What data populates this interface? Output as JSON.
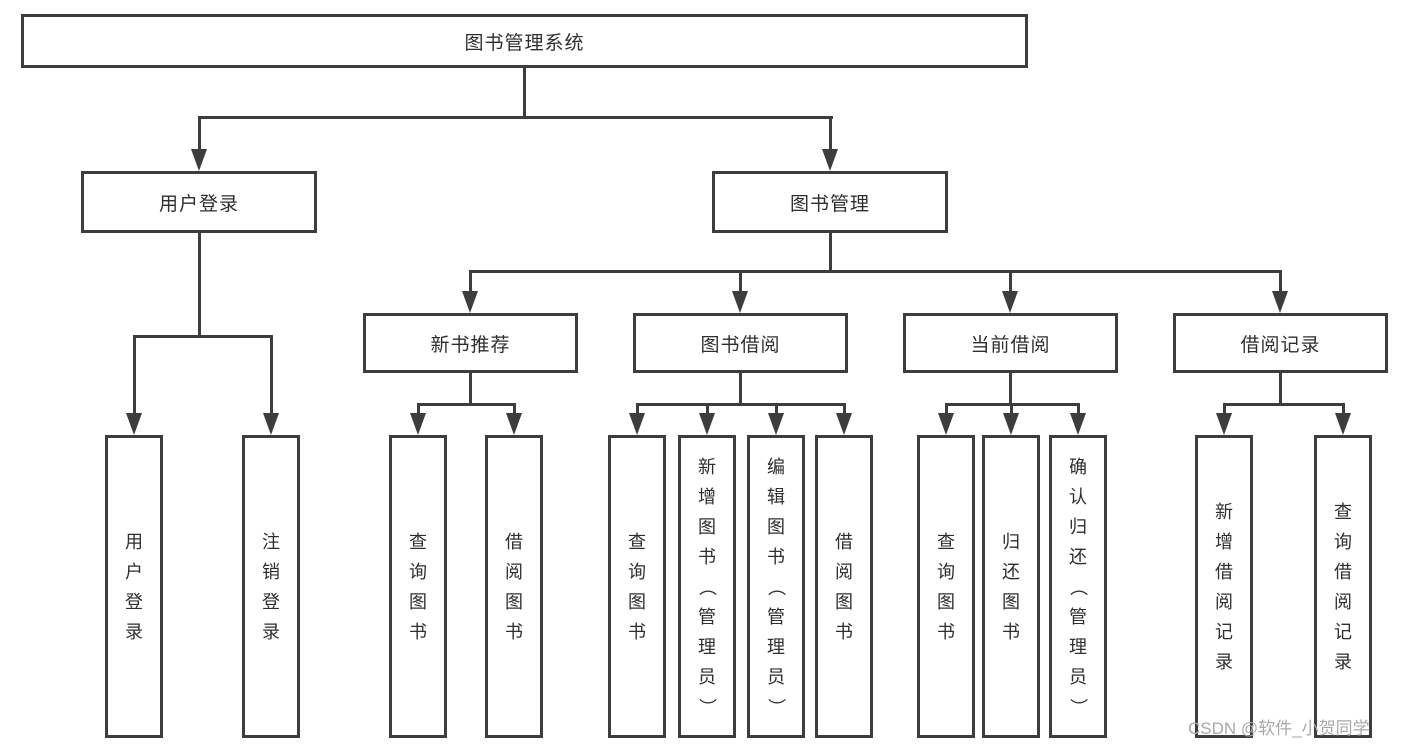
{
  "diagram": {
    "type": "hierarchy-tree",
    "root": {
      "label": "图书管理系统"
    },
    "level1": [
      {
        "id": "user-login-group",
        "label": "用户登录",
        "parent": "图书管理系统"
      },
      {
        "id": "book-management",
        "label": "图书管理",
        "parent": "图书管理系统"
      }
    ],
    "level2": [
      {
        "id": "new-book-recommend",
        "label": "新书推荐",
        "parent": "图书管理"
      },
      {
        "id": "book-borrowing",
        "label": "图书借阅",
        "parent": "图书管理"
      },
      {
        "id": "current-borrowing",
        "label": "当前借阅",
        "parent": "图书管理"
      },
      {
        "id": "borrowing-records",
        "label": "借阅记录",
        "parent": "图书管理"
      }
    ],
    "leaves": [
      {
        "label": "用户登录",
        "parent": "用户登录"
      },
      {
        "label": "注销登录",
        "parent": "用户登录"
      },
      {
        "label": "查询图书",
        "parent": "新书推荐"
      },
      {
        "label": "借阅图书",
        "parent": "新书推荐"
      },
      {
        "label": "查询图书",
        "parent": "图书借阅"
      },
      {
        "label": "新增图书（管理员）",
        "parent": "图书借阅"
      },
      {
        "label": "编辑图书（管理员）",
        "parent": "图书借阅"
      },
      {
        "label": "借阅图书",
        "parent": "图书借阅"
      },
      {
        "label": "查询图书",
        "parent": "当前借阅"
      },
      {
        "label": "归还图书",
        "parent": "当前借阅"
      },
      {
        "label": "确认归还（管理员）",
        "parent": "当前借阅"
      },
      {
        "label": "新增借阅记录",
        "parent": "借阅记录"
      },
      {
        "label": "查询借阅记录",
        "parent": "借阅记录"
      }
    ],
    "colors": {
      "line": "#3d3d3d",
      "text": "#2e2e2e",
      "background": "#ffffff",
      "watermark_color": "#a9a9a9"
    }
  },
  "watermark": "CSDN @软件_小贺同学"
}
